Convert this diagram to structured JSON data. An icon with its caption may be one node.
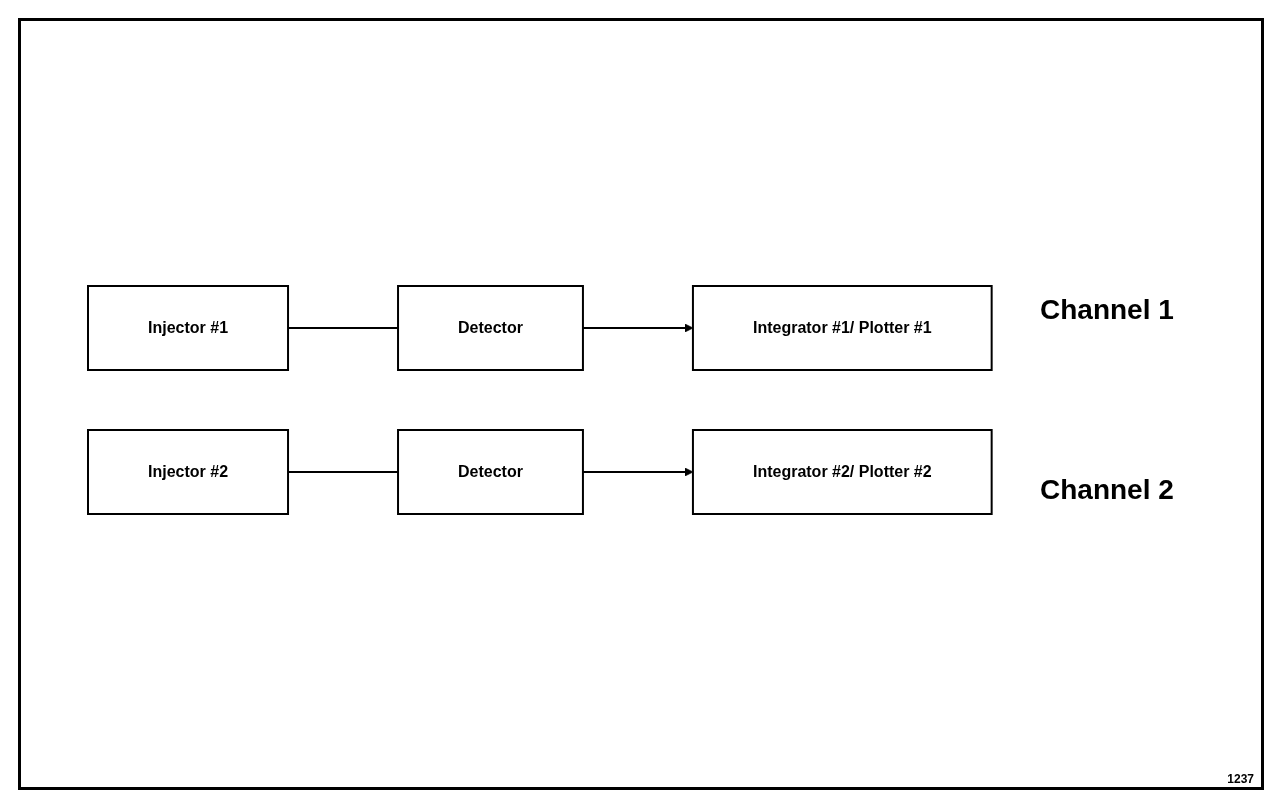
{
  "diagram": {
    "nodes": [
      {
        "text": [
          "Injector #1"
        ]
      },
      {
        "text": [
          "Detector"
        ]
      },
      {
        "text": [
          "Integrator #1/ Plotter #1"
        ]
      },
      {
        "text": [
          "Injector #2"
        ]
      },
      {
        "text": [
          "Detector"
        ]
      },
      {
        "text": [
          "Integrator #2/ Plotter #2"
        ]
      }
    ],
    "edges": [
      {
        "from": 0,
        "to": 1,
        "arrow": "none"
      },
      {
        "from": 1,
        "to": 2,
        "arrow": "to"
      },
      {
        "from": 3,
        "to": 4,
        "arrow": "none"
      },
      {
        "from": 4,
        "to": 5,
        "arrow": "to"
      }
    ],
    "labels": [
      "Channel 1",
      "Channel 2",
      "1237"
    ]
  }
}
